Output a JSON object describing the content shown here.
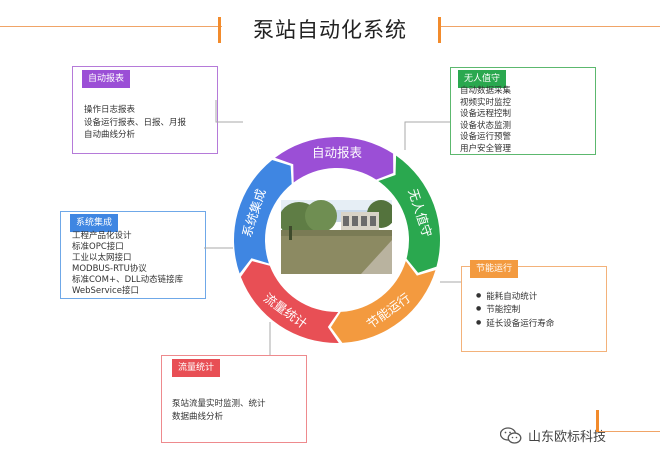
{
  "title": "泵站自动化系统",
  "boxes": {
    "report": {
      "tag": "自动报表",
      "items": [
        "操作日志报表",
        "设备运行报表、日报、月报",
        "自动曲线分析"
      ]
    },
    "unmanned": {
      "tag": "无人值守",
      "items": [
        "自动数据采集",
        "视频实时监控",
        "设备远程控制",
        "设备状态监测",
        "设备运行预警",
        "用户安全管理"
      ]
    },
    "integration": {
      "tag": "系统集成",
      "items": [
        "工程产品化设计",
        "标准OPC接口",
        "工业以太网接口",
        "MODBUS-RTU协议",
        "标准COM+、DLL动态链接库",
        "WebService接口"
      ]
    },
    "energy": {
      "tag": "节能运行",
      "items": [
        "能耗自动统计",
        "节能控制",
        "延长设备运行寿命"
      ]
    },
    "flow": {
      "tag": "流量统计",
      "items": [
        "泵站流量实时监测、统计",
        "数据曲线分析"
      ]
    }
  },
  "ring": {
    "segments": [
      {
        "label": "自动报表",
        "color": "#9b4fd6"
      },
      {
        "label": "无人值守",
        "color": "#2aa84f"
      },
      {
        "label": "节能运行",
        "color": "#f39a3f"
      },
      {
        "label": "流量统计",
        "color": "#e84f55"
      },
      {
        "label": "系统集成",
        "color": "#3f86e2"
      }
    ]
  },
  "logo": {
    "text": "山东欧标科技",
    "icon": "wechat-icon"
  }
}
